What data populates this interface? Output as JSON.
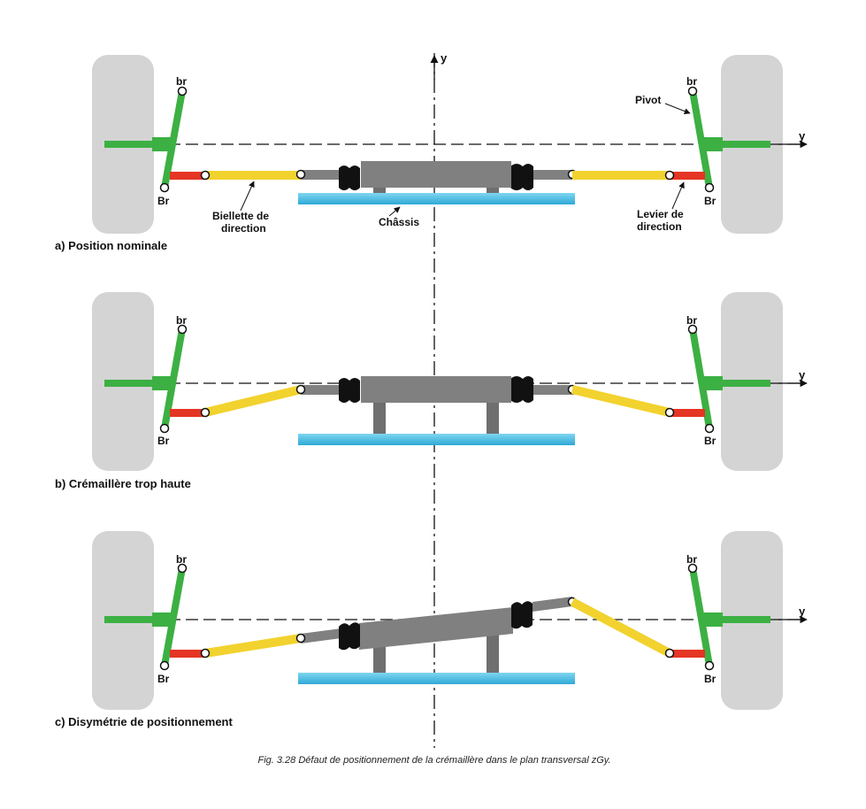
{
  "axes": {
    "y_vertical": "y",
    "y_horizontal": "y"
  },
  "points": {
    "upper": "br",
    "lower": "Br"
  },
  "labels": {
    "pivot": "Pivot",
    "biellette": [
      "Biellette de",
      "direction"
    ],
    "chassis": "Châssis",
    "levier": [
      "Levier de",
      "direction"
    ]
  },
  "panels": [
    {
      "caption": "a) Position nominale"
    },
    {
      "caption": "b) Crémaillère trop haute"
    },
    {
      "caption": "c) Disymétrie de positionnement"
    }
  ],
  "figure_caption": "Fig. 3.28 Défaut de positionnement de la crémaillère dans le plan transversal zGy.",
  "colors": {
    "wheel": "#d4d4d4",
    "knuckle": "#3cb043",
    "tie_rod": "#f2d22e",
    "steering_arm": "#e53524",
    "rack": "#808080",
    "boot": "#111111",
    "chassis": "#5ec8e8"
  }
}
